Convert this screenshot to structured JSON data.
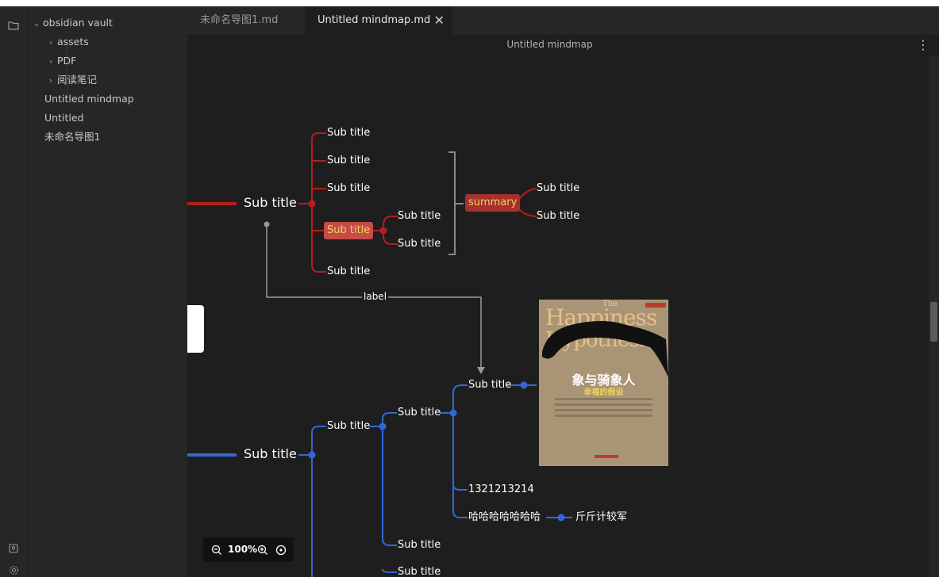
{
  "sidebar": {
    "vault_name": "obsidian vault",
    "items": [
      {
        "label": "assets",
        "type": "folder"
      },
      {
        "label": "PDF",
        "type": "folder"
      },
      {
        "label": "阅读笔记",
        "type": "folder"
      },
      {
        "label": "Untitled mindmap",
        "type": "file"
      },
      {
        "label": "Untitled",
        "type": "file"
      },
      {
        "label": "未命名导图1",
        "type": "file"
      }
    ]
  },
  "tabs": [
    {
      "label": "未命名导图1.md",
      "active": false
    },
    {
      "label": "Untitled mindmap.md",
      "active": true
    }
  ],
  "view": {
    "title": "Untitled mindmap"
  },
  "mindmap": {
    "upper": {
      "root": "Sub title",
      "children": [
        "Sub title",
        "Sub title",
        "Sub title",
        "Sub title",
        "Sub title"
      ],
      "grandchildren": [
        "Sub title",
        "Sub title"
      ],
      "summary": "summary",
      "summary_children": [
        "Sub title",
        "Sub title"
      ]
    },
    "link_label": "label",
    "lower": {
      "root": "Sub title",
      "child_a": "Sub title",
      "child_b": "Sub title",
      "child_c": "Sub title",
      "grand_top": "Sub title",
      "leaf_image_node": "Sub title",
      "number_node": "1321213214",
      "chinese_node": "哈哈哈哈哈哈哈",
      "chinese_child": "斤斤计较军"
    },
    "colors": {
      "upper": "#b81d1d",
      "lower": "#3367d6",
      "link": "#9a9a9a"
    }
  },
  "cover": {
    "the": "The",
    "line1": "Happiness",
    "line2": "Hypothesis",
    "cn_title": "象与骑象人",
    "cn_subtitle": "幸福的假设"
  },
  "zoom": {
    "value": "100%"
  }
}
